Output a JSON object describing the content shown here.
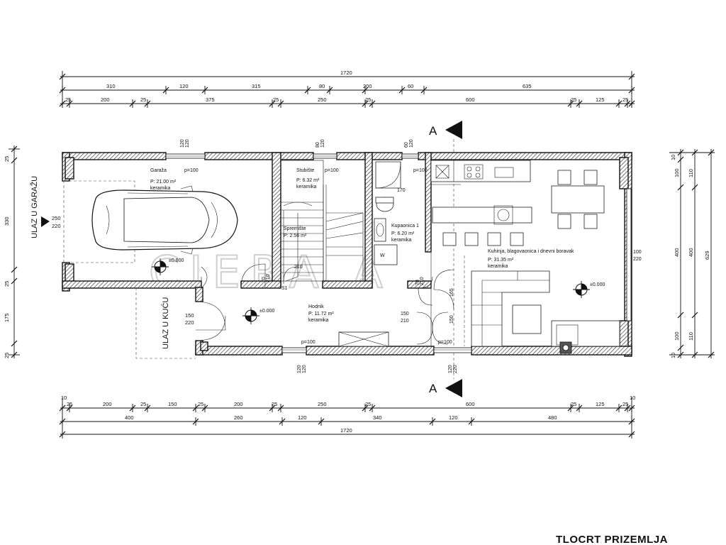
{
  "title": "TLOCRT PRIZEMLJA",
  "watermark": "CIERA A",
  "section_mark": "A",
  "top_dims": {
    "row1": [
      "1720"
    ],
    "row2": [
      "310",
      "120",
      "315",
      "80",
      "200",
      "60",
      "635"
    ],
    "row3": [
      "25",
      "200",
      "25",
      "375",
      "25",
      "250",
      "25",
      "600",
      "25",
      "125",
      "25"
    ]
  },
  "bottom_dims": {
    "row1": [
      "10",
      "25",
      "200",
      "25",
      "150",
      "25",
      "200",
      "25",
      "250",
      "25",
      "600",
      "25",
      "125",
      "25",
      "10"
    ],
    "row2": [
      "400",
      "260",
      "120",
      "340",
      "120",
      "480"
    ],
    "row3": [
      "1720"
    ]
  },
  "left_dims": {
    "outer": [
      "25",
      "330",
      "25",
      "175",
      "25"
    ],
    "inner": [
      "250",
      "220",
      "150",
      "220"
    ]
  },
  "right_dims": {
    "col1": [
      "10",
      "100",
      "400",
      "100",
      "10"
    ],
    "col2": [
      "110",
      "400",
      "110"
    ],
    "col3": [
      "629"
    ]
  },
  "window_marks": {
    "garage_top": [
      "120",
      "120"
    ],
    "stair_top": [
      "80",
      "120"
    ],
    "bath_top": [
      "60",
      "120"
    ],
    "kitchen_bottom": [
      "120",
      "220"
    ],
    "hall_bottom": [
      "120",
      "120"
    ],
    "living_right": [
      "100",
      "220"
    ],
    "bath_inner": "170",
    "pantry_door": [
      "70",
      "210"
    ],
    "bath_door": [
      "70",
      "210"
    ],
    "hall_door_a": [
      "150",
      "210"
    ],
    "hall_door_b": [
      "150",
      "210"
    ],
    "entry_door": [
      "150",
      "220"
    ],
    "kitchen_side": "165"
  },
  "sill_labels": [
    "p=100",
    "p=100",
    "p=100",
    "p=100",
    "p=100"
  ],
  "entrances": {
    "garage": "ULAZ U GARAŽU",
    "house": "ULAZ U KUĆU"
  },
  "rooms": [
    {
      "name": "Garaža",
      "area": "P: 21.00 m²",
      "floor": "keramika"
    },
    {
      "name": "Stubište",
      "area": "P: 6.32 m²",
      "floor": "keramika"
    },
    {
      "name": "Kupaonica 1",
      "area": "P: 6.20 m²",
      "floor": "keramika"
    },
    {
      "name": "Spremište",
      "area": "P: 2.56 m²"
    },
    {
      "name": "Hodnik",
      "area": "P: 11.72 m²",
      "floor": "keramika"
    },
    {
      "name": "Kuhinja, blagovaonica i dnevni boravak",
      "area": "P: 31.35 m²",
      "floor": "keramika"
    }
  ],
  "levels": [
    "±0.000",
    "±0.000",
    "±0.000"
  ],
  "stair_label": "S1",
  "stair_riser": "210",
  "w_label": "W"
}
